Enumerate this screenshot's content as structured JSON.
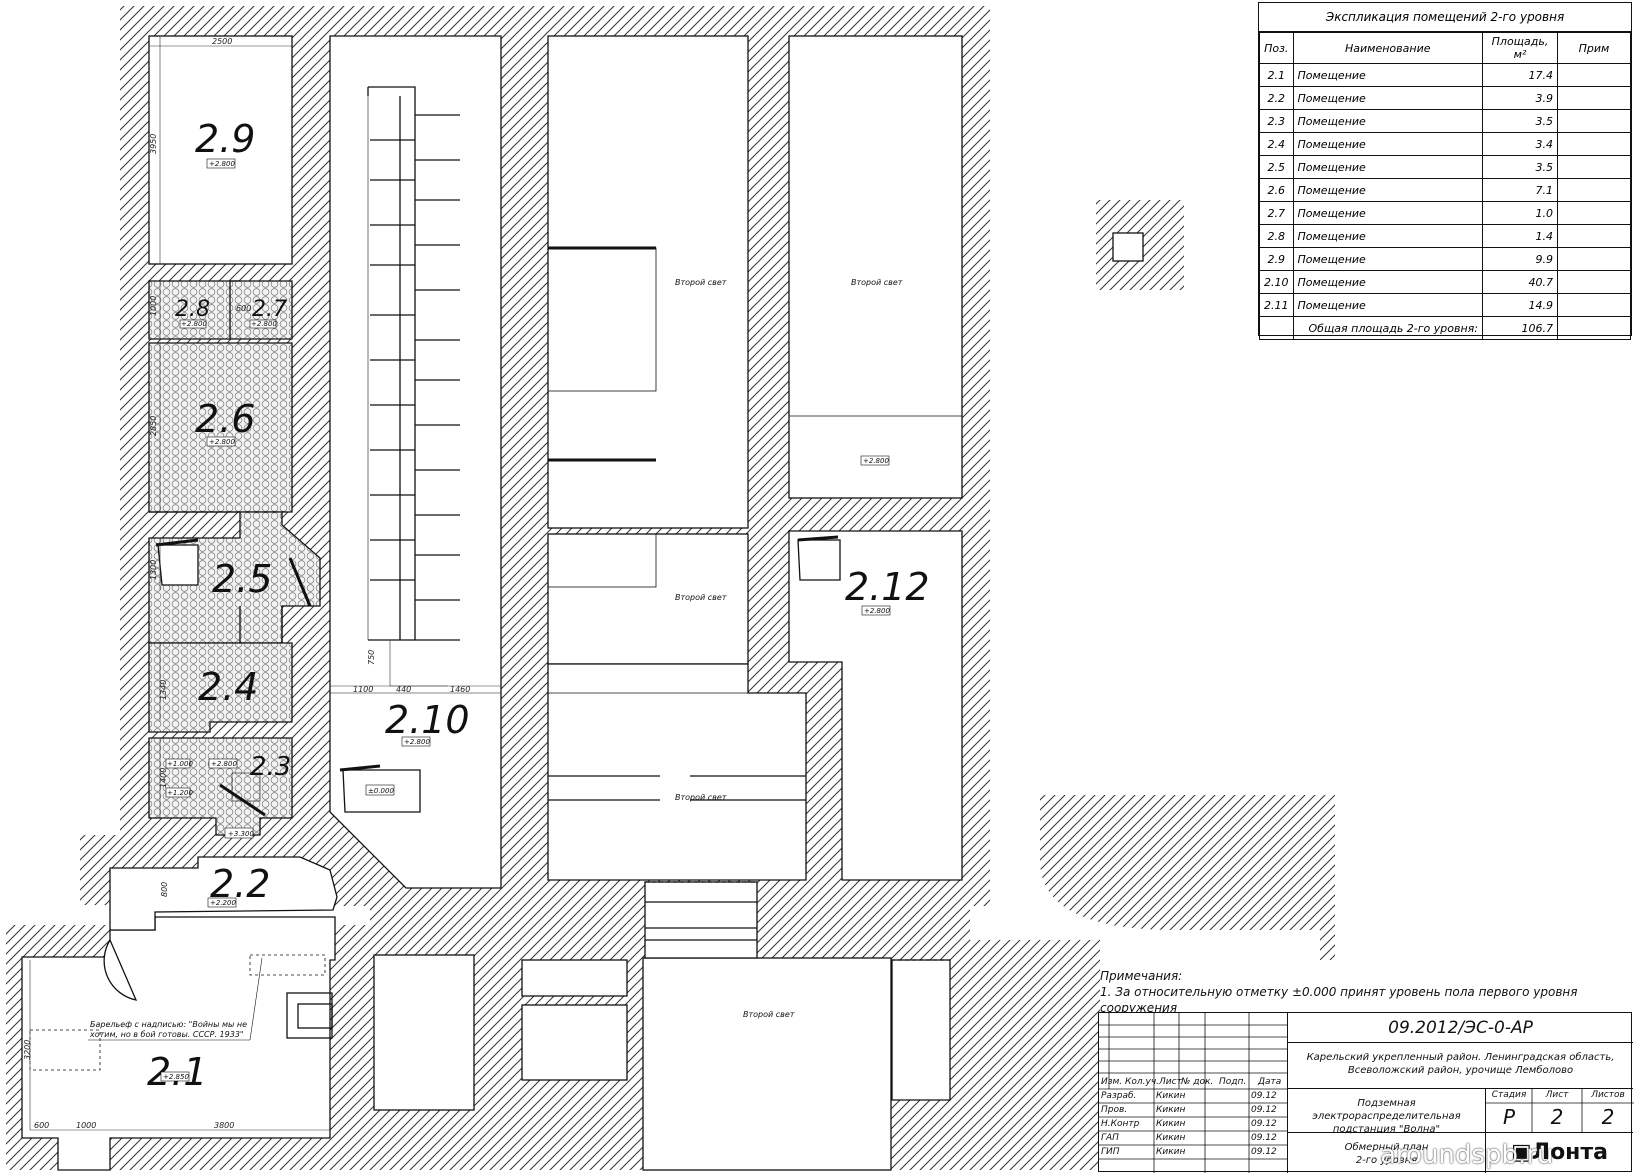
{
  "explication": {
    "title": "Экспликация помещений 2-го уровня",
    "headers": {
      "pos": "Поз.",
      "name": "Наименование",
      "area": "Площадь,",
      "area_unit": "м²",
      "note": "Прим"
    },
    "rows": [
      {
        "pos": "2.1",
        "name": "Помещение",
        "area": "17.4"
      },
      {
        "pos": "2.2",
        "name": "Помещение",
        "area": "3.9"
      },
      {
        "pos": "2.3",
        "name": "Помещение",
        "area": "3.5"
      },
      {
        "pos": "2.4",
        "name": "Помещение",
        "area": "3.4"
      },
      {
        "pos": "2.5",
        "name": "Помещение",
        "area": "3.5"
      },
      {
        "pos": "2.6",
        "name": "Помещение",
        "area": "7.1"
      },
      {
        "pos": "2.7",
        "name": "Помещение",
        "area": "1.0"
      },
      {
        "pos": "2.8",
        "name": "Помещение",
        "area": "1.4"
      },
      {
        "pos": "2.9",
        "name": "Помещение",
        "area": "9.9"
      },
      {
        "pos": "2.10",
        "name": "Помещение",
        "area": "40.7"
      },
      {
        "pos": "2.11",
        "name": "Помещение",
        "area": "14.9"
      }
    ],
    "total_label": "Общая площадь 2-го уровня:",
    "total_value": "106.7"
  },
  "rooms": {
    "r29": "2.9",
    "r28": "2.8",
    "r27": "2.7",
    "r26": "2.6",
    "r25": "2.5",
    "r24": "2.4",
    "r23": "2.3",
    "r22": "2.2",
    "r21": "2.1",
    "r210": "2.10",
    "r212": "2.12"
  },
  "levels": {
    "p2800": "+2.800",
    "p3300": "+3.300",
    "p2200": "+2.200",
    "p1000": "+1.000",
    "pm200": "+1.200",
    "zero": "±0.000",
    "p2850": "+2.850",
    "p2800b": "+2.800"
  },
  "dims": {
    "d2500": "2500",
    "d3950": "3950",
    "d1000": "1000",
    "d600": "600",
    "d2850": "2850",
    "d1300": "1300",
    "d1340": "1340",
    "d1400": "1400",
    "d800": "800",
    "d3200": "3200",
    "d3800": "3800",
    "d1100": "1100",
    "d440": "440",
    "d1460": "1460",
    "d750": "750",
    "d600b": "600",
    "d1000b": "1000"
  },
  "second_light": "Второй свет",
  "bas_relief": {
    "line1": "Барельеф с надписью: \"Войны мы не",
    "line2": "хотим, но в бой готовы. СССР. 1933\""
  },
  "notes": {
    "title": "Примечания:",
    "item1": "1. За относительную отметку ±0.000 принят уровень пола первого уровня сооружения"
  },
  "stamp": {
    "code": "09.2012/ЭС-0-АР",
    "location_line1": "Карельский укрепленный район. Ленинградская область,",
    "location_line2": "Всеволожский район, урочище Лемболово",
    "object_line1": "Подземная электрораспределительная",
    "object_line2": "подстанция \"Волна\"",
    "sheet_line1": "Обмерный план",
    "sheet_line2": "2-го уровня",
    "stage_label": "Стадия",
    "sheet_label": "Лист",
    "sheets_label": "Листов",
    "stage": "Р",
    "sheet": "2",
    "sheets": "2",
    "cols": {
      "izm": "Изм.",
      "koluch": "Кол.уч.",
      "list": "Лист",
      "ndoc": "№ док.",
      "podp": "Подп.",
      "data": "Дата"
    },
    "people": [
      {
        "role": "Разраб.",
        "name": "Кикин",
        "date": "09.12"
      },
      {
        "role": "Пров.",
        "name": "Кикин",
        "date": "09.12"
      },
      {
        "role": "Н.Контр",
        "name": "Кикин",
        "date": "09.12"
      },
      {
        "role": "ГАП",
        "name": "Кикин",
        "date": "09.12"
      },
      {
        "role": "ГИП",
        "name": "Кикин",
        "date": "09.12"
      }
    ],
    "org": "Лонта"
  },
  "watermark": "aroundspb.ru"
}
